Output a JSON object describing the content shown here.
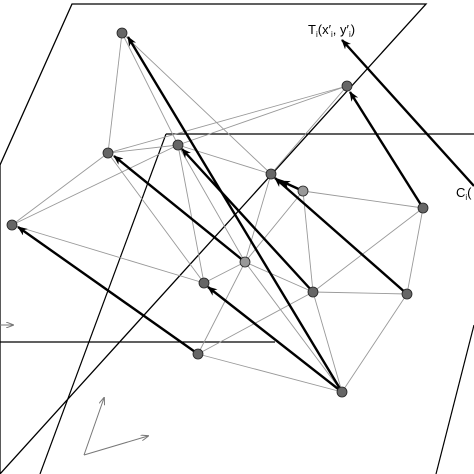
{
  "labels": {
    "target": {
      "main": "T",
      "sub": "i",
      "args_open": "(x′",
      "sub2": "i",
      "args_mid": ", y′",
      "sub3": "i",
      "args_close": ")"
    },
    "correspondence": {
      "main": "C",
      "sub": "i",
      "tail": "("
    }
  },
  "colors": {
    "plane_outline": "#000000",
    "mesh_line": "#999999",
    "arrow": "#000000",
    "node_fill": "#666666",
    "node_fill_light": "#999999",
    "node_stroke": "#222222",
    "axis": "#777777"
  },
  "icons": [
    "arrowhead-icon",
    "axis-arrow-icon"
  ]
}
